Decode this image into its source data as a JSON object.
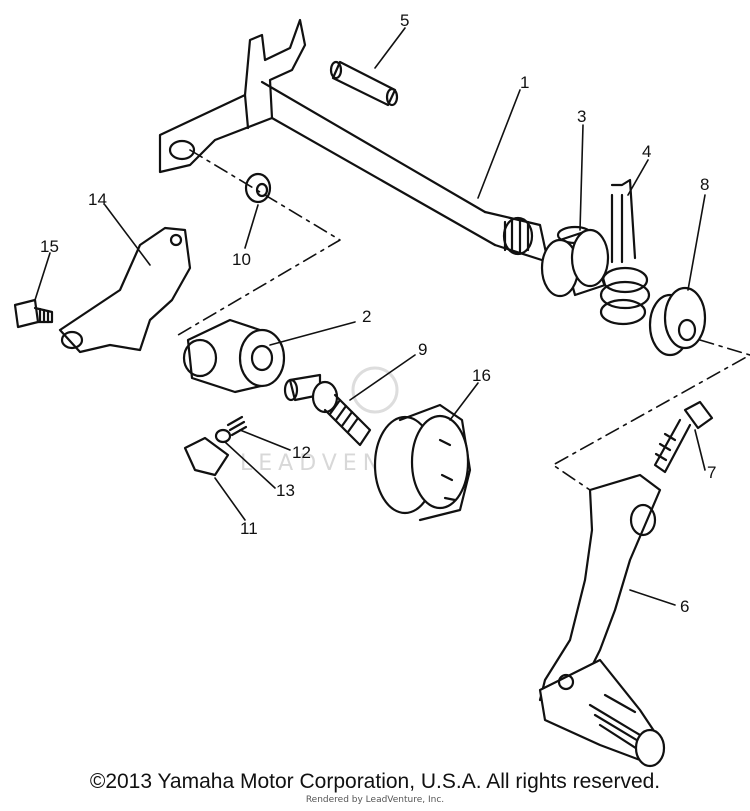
{
  "diagram": {
    "callouts": [
      "1",
      "2",
      "3",
      "4",
      "5",
      "6",
      "7",
      "8",
      "9",
      "10",
      "11",
      "12",
      "13",
      "14",
      "15",
      "16"
    ],
    "watermark": "LEADVENTURE"
  },
  "footer": {
    "copyright": "©2013 Yamaha Motor Corporation, U.S.A. All rights reserved.",
    "rendered_by": "Rendered by LeadVenture, Inc."
  }
}
